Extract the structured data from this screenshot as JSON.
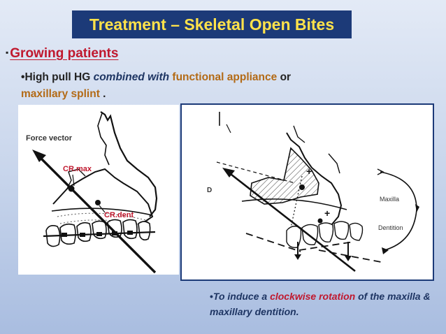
{
  "title": "Treatment – Skeletal Open Bites",
  "section_heading": {
    "bullet": "▪",
    "text": "Growing patients"
  },
  "treatment_line": {
    "bullet": "•",
    "part1": "High pull HG ",
    "part2": "combined with",
    "part3": " ",
    "part4": "functional appliance",
    "part5": " or",
    "part6": "maxillary splint",
    "part7": " ."
  },
  "left_figure": {
    "force_label": "Force vector",
    "cr_max_label": "CR.max",
    "cr_dent_label": "CR.dent"
  },
  "right_figure": {
    "d_label": "D",
    "maxilla_label": "Maxilla",
    "dentition_label": "Dentition"
  },
  "note": {
    "bullet": "•",
    "part1": "To induce a ",
    "part2": "clockwise rotation",
    "part3": " of the maxilla & maxillary dentition."
  },
  "colors": {
    "title_bg": "#1c3a78",
    "title_text": "#ffe24a",
    "accent_red": "#c0182e",
    "accent_orange": "#b36a16",
    "text_blue": "#1e3563"
  }
}
